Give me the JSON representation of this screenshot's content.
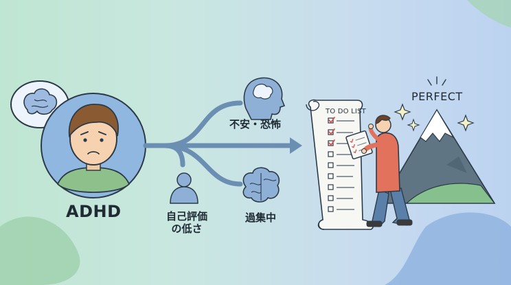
{
  "labels": {
    "adhd": "ADHD",
    "low_self_esteem_line1": "自己評価",
    "low_self_esteem_line2": "の低さ",
    "anxiety_fear": "不安・恐怖",
    "hyperfocus": "過集中",
    "todo_list": "TO DO LIST",
    "perfect": "PERFECT"
  },
  "icons": {
    "thought_bubble": "brain-thought-bubble-icon",
    "person": "worried-person-avatar",
    "self_esteem": "slumped-person-icon",
    "anxiety": "head-with-brain-icon",
    "hyperfocus": "brain-icon",
    "arrow": "branching-arrow",
    "checklist": "todo-scroll-checklist",
    "worker": "person-with-clipboard",
    "mountain": "snowy-mountain-icon",
    "sparkles": "sparkle-icons"
  },
  "colors": {
    "arrow": "#6b8fb3",
    "icon_blue": "#8fb0d6",
    "circle_bg": "#8fb7e0",
    "accent_red": "#d9534f"
  }
}
